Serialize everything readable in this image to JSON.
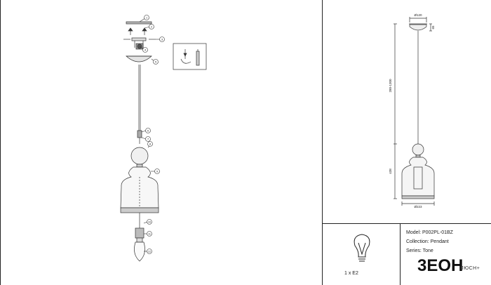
{
  "sheet": {
    "info": {
      "model": "Model: P002PL-01BZ",
      "collection": "Collection: Pendant",
      "series": "Series: Tone"
    },
    "bulb_label": "1 x E2",
    "brand": {
      "logo": "3ЕОН",
      "sub": "ЛЮСН+"
    }
  },
  "exploded_view": {
    "callouts": [
      "1",
      "2",
      "3",
      "4",
      "5",
      "6",
      "7",
      "8",
      "9",
      "10",
      "11",
      "12"
    ]
  },
  "dimensions": {
    "canopy_diameter": "Ø120",
    "canopy_height": "65",
    "cord_length": "280-1300",
    "shade_height": "438",
    "shade_diameter": "Ø223"
  },
  "colors": {
    "line": "#333333",
    "frame": "#222222"
  }
}
